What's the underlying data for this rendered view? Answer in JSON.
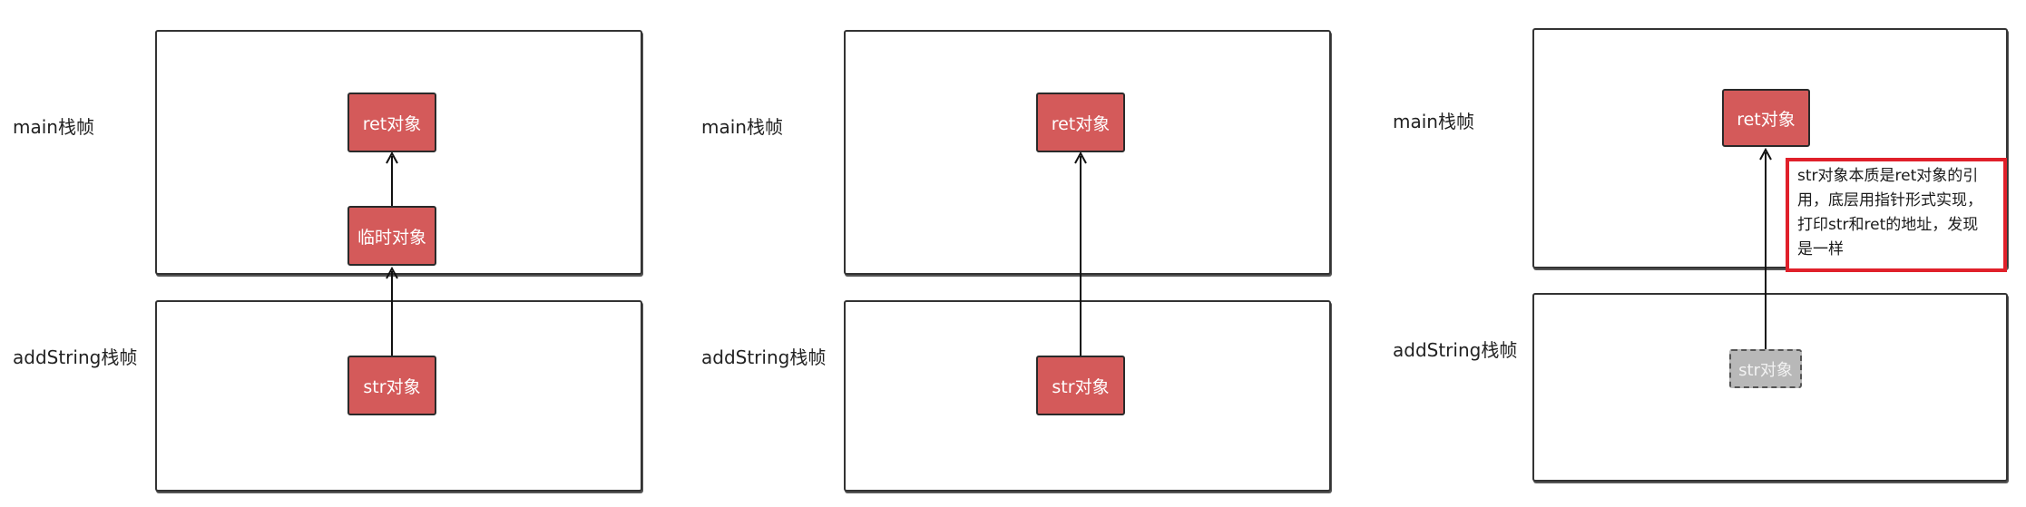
{
  "colors": {
    "object_fill": "#d45a5a",
    "ghost_fill": "#b8b8b8",
    "note_border": "#e0202a"
  },
  "panels": [
    {
      "main_label": "main栈帧",
      "add_label": "addString栈帧",
      "ret": "ret对象",
      "temp": "临时对象",
      "str": "str对象"
    },
    {
      "main_label": "main栈帧",
      "add_label": "addString栈帧",
      "ret": "ret对象",
      "str": "str对象"
    },
    {
      "main_label": "main栈帧",
      "add_label": "addString栈帧",
      "ret": "ret对象",
      "str": "str对象",
      "note": [
        "str对象本质是ret对象的引",
        "用，底层用指针形式实现，",
        "打印str和ret的地址，发现",
        "是一样"
      ]
    }
  ]
}
